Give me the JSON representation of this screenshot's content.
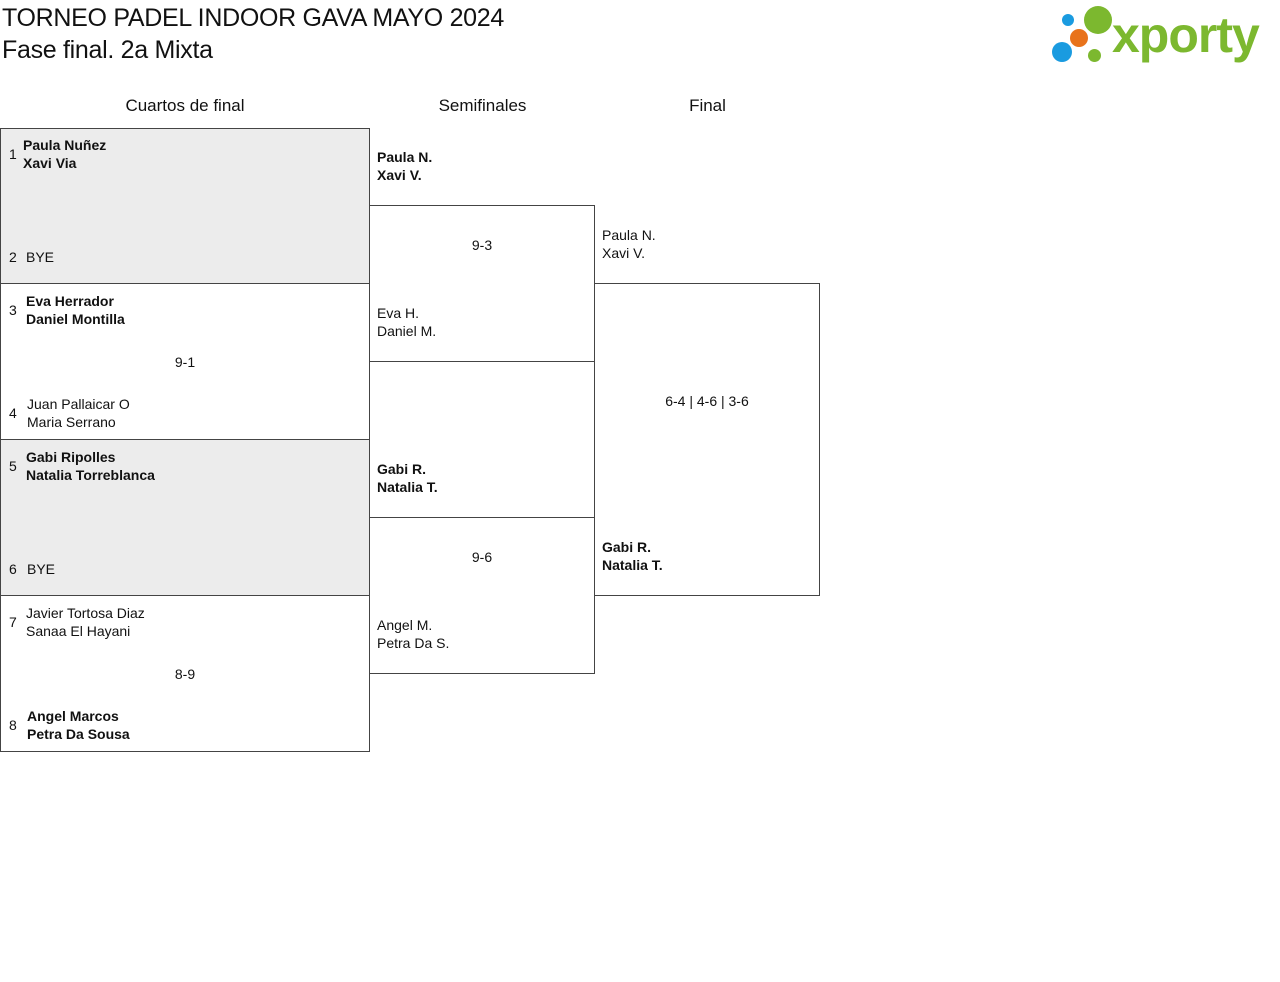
{
  "header": {
    "title": "TORNEO PADEL INDOOR GAVA MAYO 2024",
    "subtitle": "Fase final. 2a Mixta"
  },
  "logo": {
    "text": "xporty",
    "colors": {
      "green": "#7cb82f",
      "orange": "#e8731b",
      "blue": "#1a9be0"
    }
  },
  "rounds": {
    "quarters": "Cuartos de final",
    "semis": "Semifinales",
    "final": "Final"
  },
  "quarterfinals": [
    {
      "seed_a": "1",
      "team_a": [
        "Paula Nuñez",
        "Xavi Via"
      ],
      "seed_b": "2",
      "team_b": [
        "BYE"
      ],
      "score": ""
    },
    {
      "seed_a": "3",
      "team_a": [
        "Eva Herrador",
        "Daniel Montilla"
      ],
      "seed_b": "4",
      "team_b": [
        "Juan Pallaicar O",
        "Maria Serrano"
      ],
      "score": "9-1"
    },
    {
      "seed_a": "5",
      "team_a": [
        "Gabi Ripolles",
        "Natalia Torreblanca"
      ],
      "seed_b": "6",
      "team_b": [
        "BYE"
      ],
      "score": ""
    },
    {
      "seed_a": "7",
      "team_a": [
        "Javier Tortosa Diaz",
        "Sanaa El Hayani"
      ],
      "seed_b": "8",
      "team_b": [
        "Angel Marcos",
        "Petra Da Sousa"
      ],
      "score": "8-9"
    }
  ],
  "semifinals": [
    {
      "team_a": [
        "Paula N.",
        "Xavi V."
      ],
      "team_b": [
        "Eva H.",
        "Daniel M."
      ],
      "score": "9-3"
    },
    {
      "team_a": [
        "Gabi R.",
        "Natalia T."
      ],
      "team_b": [
        "Angel M.",
        "Petra Da S."
      ],
      "score": "9-6"
    }
  ],
  "final": {
    "team_a": [
      "Paula N.",
      "Xavi V."
    ],
    "team_b": [
      "Gabi R.",
      "Natalia T."
    ],
    "score": "6-4 | 4-6 | 3-6"
  }
}
